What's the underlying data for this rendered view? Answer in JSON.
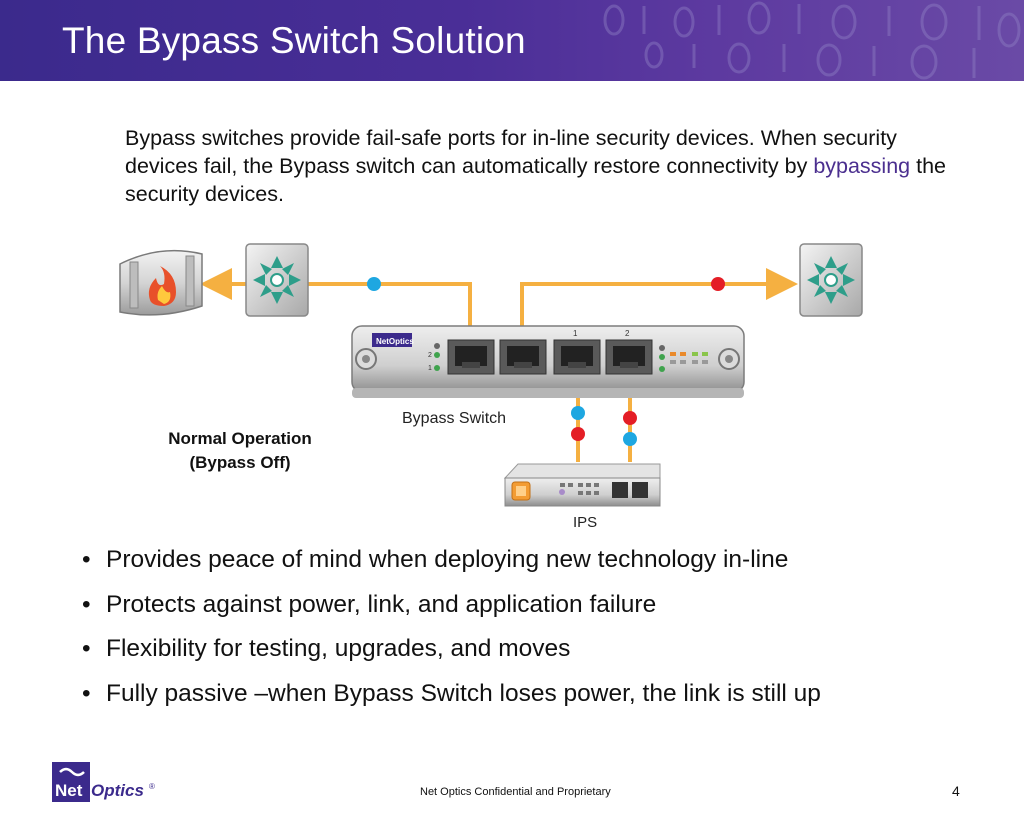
{
  "slide": {
    "title": "The Bypass Switch Solution",
    "intro_before": "Bypass switches provide fail-safe ports for in-line security devices. When security devices fail, the Bypass switch can automatically restore connectivity by ",
    "intro_highlight": "bypassing",
    "intro_after": " the security devices.",
    "highlight_color": "#4b2f8f"
  },
  "diagram": {
    "caption_line1": "Normal Operation",
    "caption_line2": "(Bypass Off)",
    "bypass_switch_label": "Bypass Switch",
    "ips_label": "IPS",
    "switch_logo_text": "NetOptics",
    "port_labels": [
      "1",
      "2"
    ],
    "led_labels": [
      "2",
      "1"
    ],
    "colors": {
      "link": "#f5b041",
      "blue_marker": "#1ea7e1",
      "red_marker": "#e41e26"
    },
    "icons": [
      "firewall-icon",
      "network-switch-icon",
      "network-switch-icon"
    ]
  },
  "bullets": [
    "Provides peace of mind when deploying new technology in-line",
    "Protects against power, link, and application failure",
    "Flexibility for testing, upgrades, and moves",
    "Fully passive –when Bypass Switch loses power, the link is still up"
  ],
  "bullet_glyph": "•",
  "footer": {
    "logo_net": "Net",
    "logo_optics": "Optics",
    "logo_mark": "®",
    "confidential": "Net Optics Confidential and Proprietary",
    "page_number": "4"
  },
  "brand_color": "#3b2a8c"
}
